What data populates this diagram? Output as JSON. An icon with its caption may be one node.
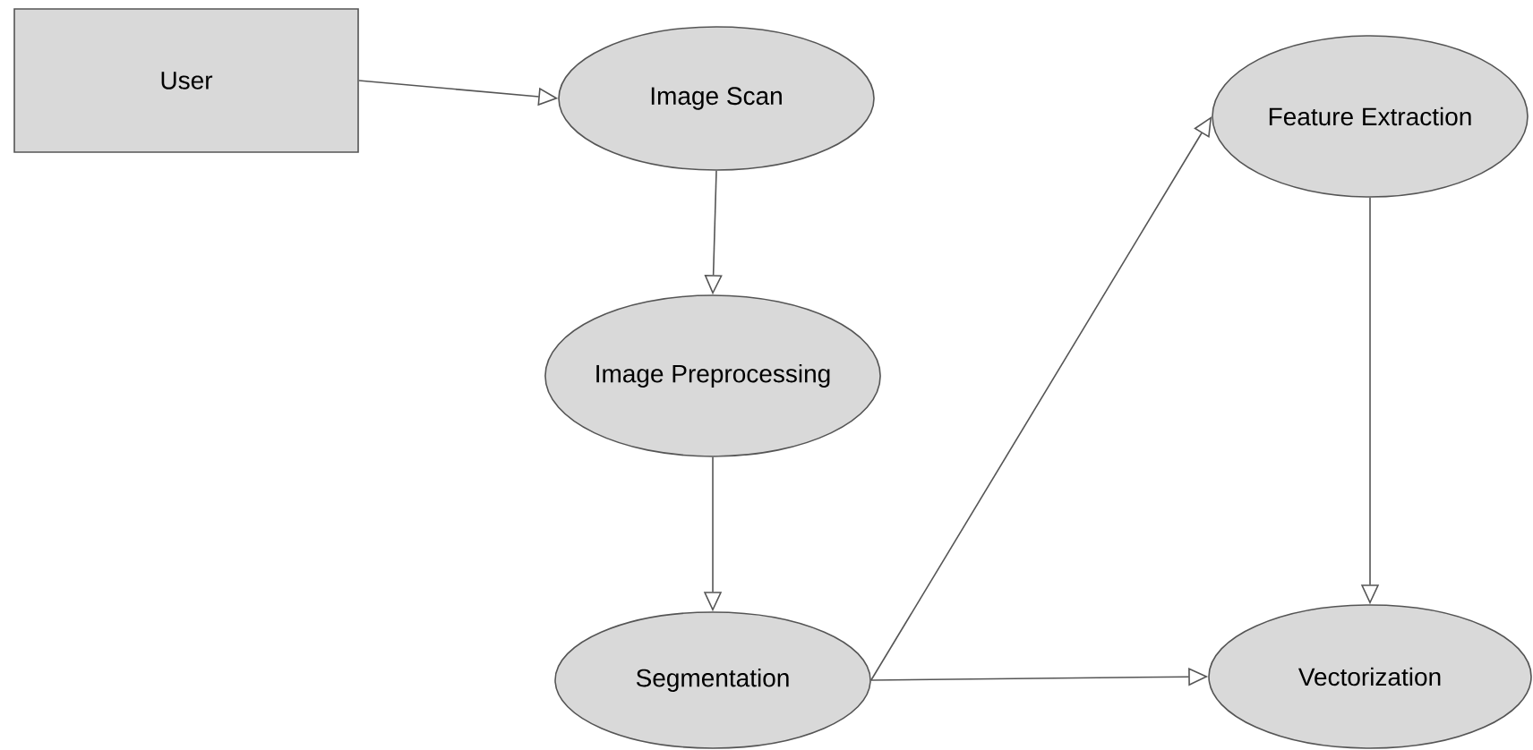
{
  "diagram": {
    "nodes": [
      {
        "text": [
          "User"
        ]
      },
      {
        "text": [
          "Image Scan"
        ]
      },
      {
        "text": [
          "Image Preprocessing"
        ]
      },
      {
        "text": [
          "Segmentation"
        ]
      },
      {
        "text": [
          "Feature Extraction"
        ]
      },
      {
        "text": [
          "Vectorization"
        ]
      }
    ],
    "edges": [
      {
        "from": 0,
        "to": 1,
        "arrow": "to"
      },
      {
        "from": 1,
        "to": 2,
        "arrow": "to"
      },
      {
        "from": 2,
        "to": 3,
        "arrow": "to"
      },
      {
        "from": 3,
        "to": 4,
        "arrow": "to"
      },
      {
        "from": 4,
        "to": 5,
        "arrow": "to"
      },
      {
        "from": 3,
        "to": 5,
        "arrow": "to"
      }
    ]
  }
}
